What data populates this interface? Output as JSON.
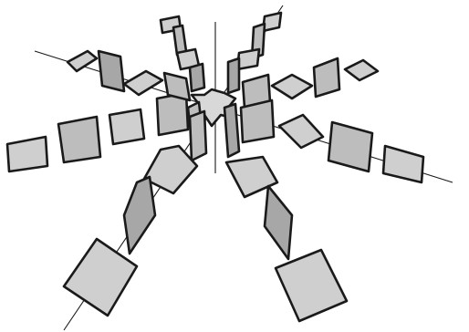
{
  "figure": {
    "description_text": "",
    "colors": {
      "background": "#ffffff",
      "outline": "#1a1a1a",
      "tile_light": "#cfcfcf",
      "tile_mid": "#bdbdbd",
      "tile_dark": "#a7a7a7"
    },
    "arms": [
      {
        "name": "arm-upper-left-long"
      },
      {
        "name": "arm-left"
      },
      {
        "name": "arm-lower-left"
      },
      {
        "name": "arm-down"
      },
      {
        "name": "arm-right"
      },
      {
        "name": "arm-upper-right"
      },
      {
        "name": "arm-upper-left-short"
      }
    ],
    "axes": [
      {
        "name": "axis-vertical"
      },
      {
        "name": "axis-diagonal-left"
      },
      {
        "name": "axis-diagonal-right"
      }
    ]
  }
}
